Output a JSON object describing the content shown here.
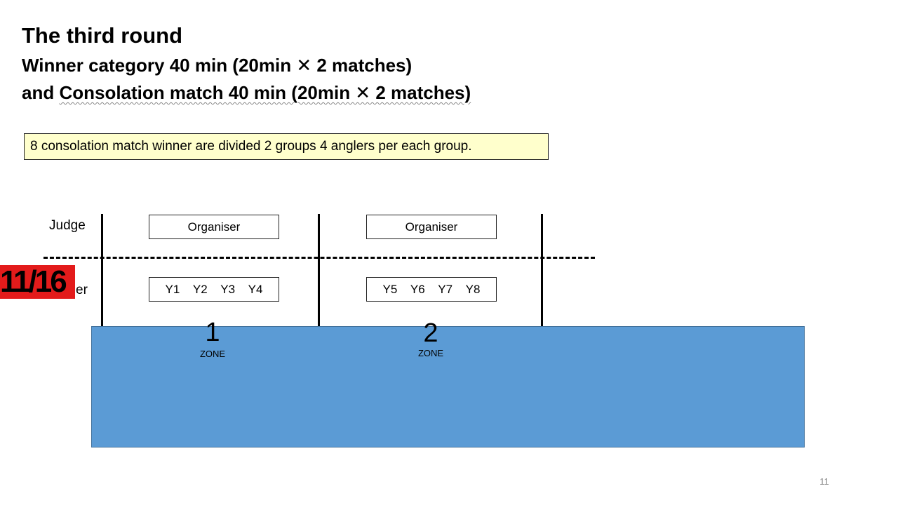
{
  "slide": {
    "title": "The third round",
    "subtitle_line1": "Winner category 40 min (20min  ✕  2 matches)",
    "subtitle_line2_prefix": "and ",
    "subtitle_line2_underlined": "Consolation match 40 min (20min  ✕  2 matches)",
    "note": "8 consolation match winner are divided 2 groups 4 anglers per each group.",
    "badge": "11/16",
    "page_number": "11"
  },
  "diagram": {
    "judge_label": "Judge",
    "angler_label_visible": "er",
    "zones": [
      {
        "judge": "Organiser",
        "anglers": "Y1    Y2    Y3    Y4",
        "number": "1",
        "word": "ZONE"
      },
      {
        "judge": "Organiser",
        "anglers": "Y5    Y6    Y7    Y8",
        "number": "2",
        "word": "ZONE"
      }
    ]
  },
  "colors": {
    "water": "#5b9bd5",
    "note_box": "#ffffcc",
    "badge": "#e31b1b"
  }
}
